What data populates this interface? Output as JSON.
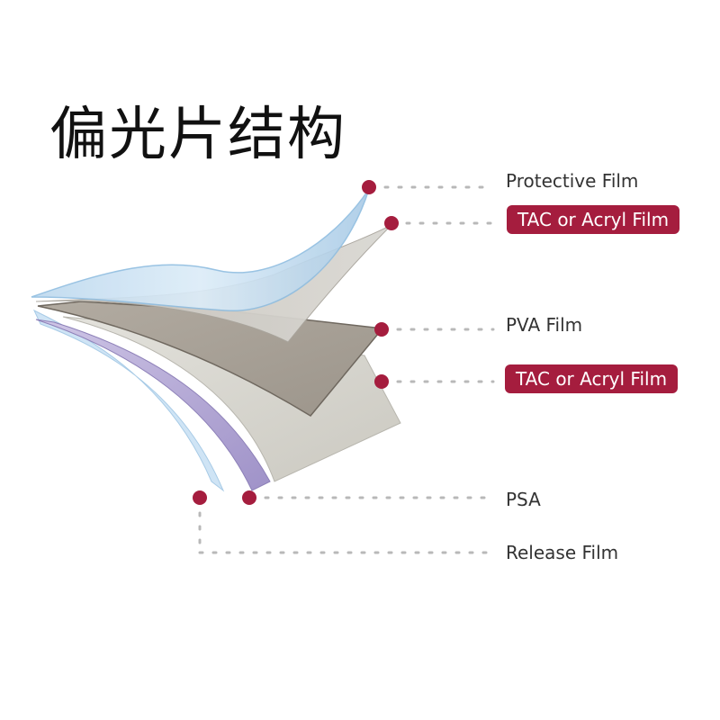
{
  "title": "偏光片结构",
  "layers": [
    {
      "label": "Protective Film",
      "highlight": false
    },
    {
      "label": "TAC or Acryl Film",
      "highlight": true
    },
    {
      "label": "PVA Film",
      "highlight": false
    },
    {
      "label": "TAC or Acryl Film",
      "highlight": true
    },
    {
      "label": "PSA",
      "highlight": false
    },
    {
      "label": "Release Film",
      "highlight": false
    }
  ],
  "colors": {
    "accent": "#a51d3e",
    "dot": "#a51d3e",
    "leader": "#b5b5b5",
    "protective_film": "#cfe3f3",
    "tac_film": "#d8d6d1",
    "pva_film": "#a8a197",
    "psa": "#b8acd6",
    "release_film": "#d7e9f6"
  }
}
